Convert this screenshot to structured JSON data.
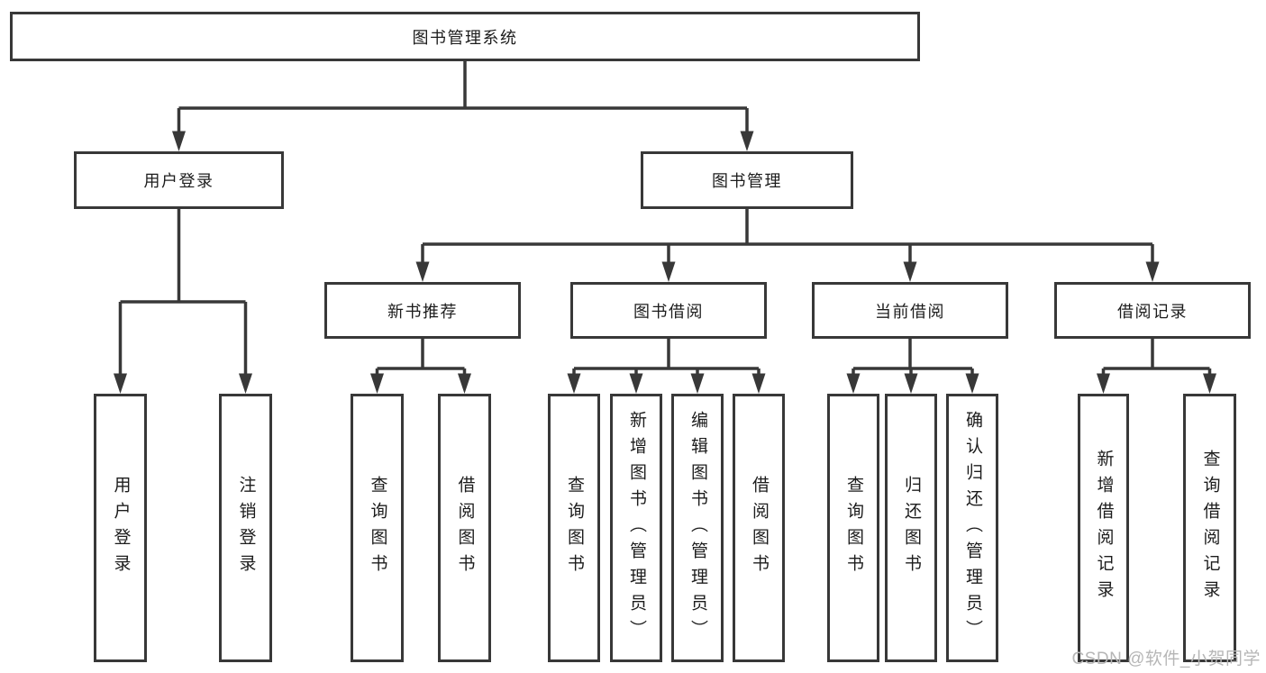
{
  "colors": {
    "line": "#383838",
    "box_border": "#383838",
    "text": "#1c1c1c",
    "watermark": "#b6b6b6",
    "background": "#ffffff"
  },
  "watermark": {
    "text": "CSDN @软件_小贺同学"
  },
  "tree": {
    "root": {
      "label": "图书管理系统"
    },
    "branches": [
      {
        "label": "用户登录",
        "children": [
          {
            "label": "用户登录"
          },
          {
            "label": "注销登录"
          }
        ]
      },
      {
        "label": "图书管理",
        "sections": [
          {
            "label": "新书推荐",
            "children": [
              {
                "label": "查询图书"
              },
              {
                "label": "借阅图书"
              }
            ]
          },
          {
            "label": "图书借阅",
            "children": [
              {
                "label": "查询图书"
              },
              {
                "label": "新增图书（管理员）"
              },
              {
                "label": "编辑图书（管理员）"
              },
              {
                "label": "借阅图书"
              }
            ]
          },
          {
            "label": "当前借阅",
            "children": [
              {
                "label": "查询图书"
              },
              {
                "label": "归还图书"
              },
              {
                "label": "确认归还（管理员）"
              }
            ]
          },
          {
            "label": "借阅记录",
            "children": [
              {
                "label": "新增借阅记录"
              },
              {
                "label": "查询借阅记录"
              }
            ]
          }
        ]
      }
    ]
  }
}
